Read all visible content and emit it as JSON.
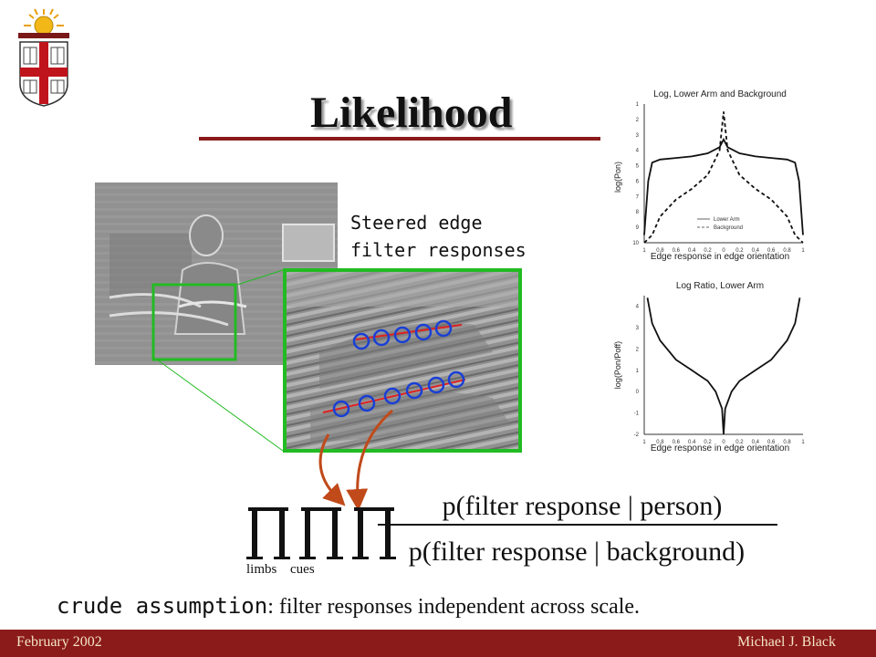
{
  "slide": {
    "title": "Likelihood",
    "caption_line1": "Steered edge",
    "caption_line2": "filter responses",
    "assumption_mono": "crude assumption",
    "assumption_text": ": filter responses independent across scale.",
    "footer_left": "February 2002",
    "footer_right": "Michael J. Black"
  },
  "formula": {
    "sub_limbs": "limbs",
    "sub_cues": "cues",
    "numerator": "p(filter response | person)",
    "denominator": "p(filter response | background)"
  },
  "colors": {
    "accent": "#8b1a1a",
    "box_green": "#22bb22",
    "circle_blue": "#1a3fd6",
    "arrow": "#c04a1a"
  },
  "chart_data": [
    {
      "type": "line",
      "title": "Log, Lower Arm and Background",
      "xlabel": "Edge response in edge orientation",
      "ylabel": "log(Pon)",
      "x_ticks": [
        "1",
        "0.8",
        "0.6",
        "0.4",
        "0.2",
        "0",
        "0.2",
        "0.4",
        "0.6",
        "0.8",
        "1"
      ],
      "y_ticks": [
        "1",
        "2",
        "3",
        "4",
        "5",
        "6",
        "7",
        "8",
        "9",
        "10"
      ],
      "ylim": [
        1,
        10
      ],
      "legend_position": "bottom-center",
      "series": [
        {
          "name": "Lower Arm",
          "style": "solid",
          "x": [
            -1,
            -0.95,
            -0.9,
            -0.8,
            -0.6,
            -0.4,
            -0.2,
            -0.05,
            0,
            0.05,
            0.2,
            0.4,
            0.6,
            0.8,
            0.9,
            0.95,
            1
          ],
          "y": [
            9.5,
            6,
            4.8,
            4.6,
            4.5,
            4.4,
            4.2,
            3.8,
            3.3,
            3.8,
            4.2,
            4.4,
            4.5,
            4.6,
            4.8,
            6,
            9.5
          ]
        },
        {
          "name": "Background",
          "style": "dashed",
          "x": [
            -1,
            -0.9,
            -0.8,
            -0.6,
            -0.4,
            -0.2,
            -0.05,
            0,
            0.05,
            0.2,
            0.4,
            0.6,
            0.8,
            0.9,
            1
          ],
          "y": [
            10,
            9.5,
            8.3,
            7.2,
            6.5,
            5.6,
            4,
            1.5,
            4,
            5.6,
            6.5,
            7.2,
            8.3,
            9.5,
            10
          ]
        }
      ]
    },
    {
      "type": "line",
      "title": "Log Ratio, Lower Arm",
      "xlabel": "Edge response in edge orientation",
      "ylabel": "log(Pon/Poff)",
      "x_ticks": [
        "1",
        "0.8",
        "0.6",
        "0.4",
        "0.2",
        "0",
        "0.2",
        "0.4",
        "0.6",
        "0.8",
        "1"
      ],
      "y_ticks": [
        "4",
        "3",
        "2",
        "1",
        "0",
        "-1",
        "-2"
      ],
      "ylim": [
        -2,
        4.5
      ],
      "series": [
        {
          "name": "",
          "x": [
            -0.96,
            -0.9,
            -0.8,
            -0.6,
            -0.4,
            -0.2,
            -0.1,
            -0.02,
            0,
            0.02,
            0.1,
            0.2,
            0.4,
            0.6,
            0.8,
            0.9,
            0.96
          ],
          "y": [
            4.4,
            3.2,
            2.4,
            1.5,
            1,
            0.5,
            0,
            -0.8,
            -2,
            -0.8,
            0,
            0.5,
            1,
            1.5,
            2.4,
            3.2,
            4.4
          ]
        }
      ]
    }
  ]
}
